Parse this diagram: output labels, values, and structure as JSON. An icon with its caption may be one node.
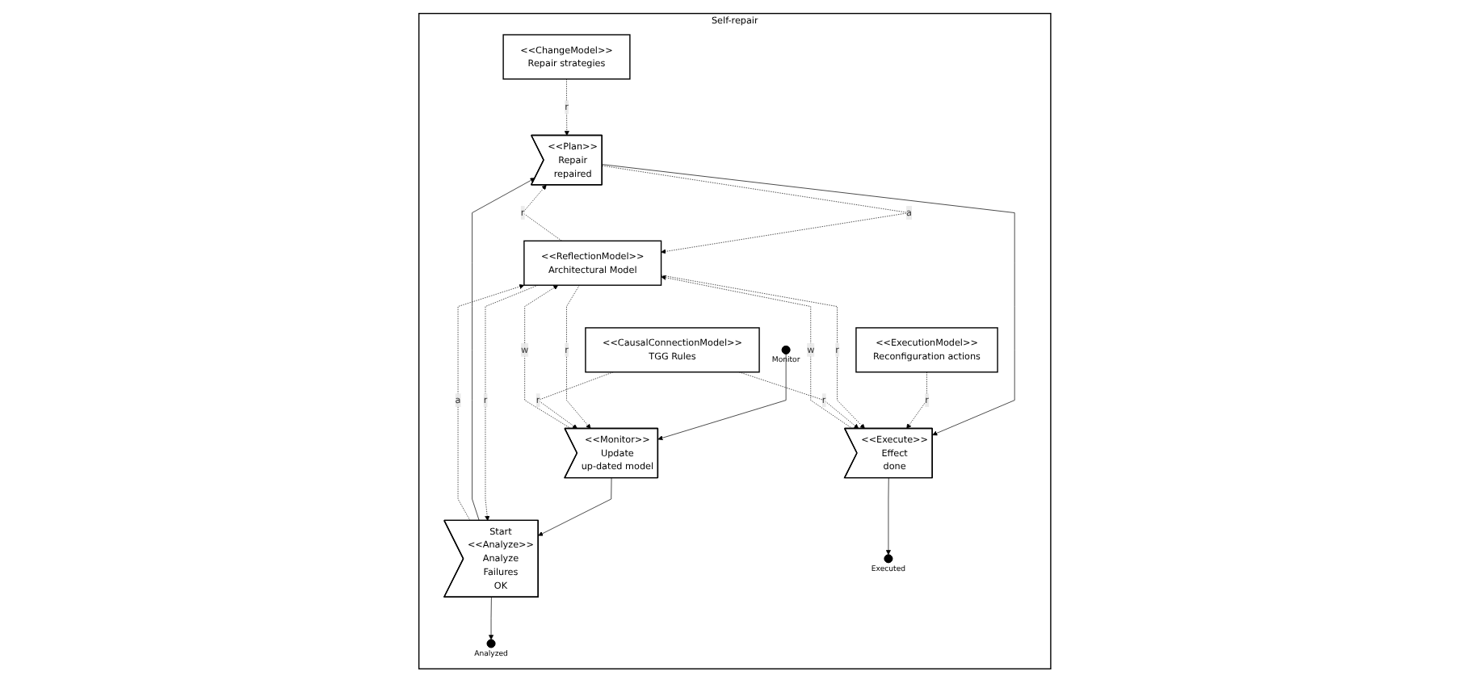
{
  "diagram": {
    "nodes": [
      {
        "text": [
          "Self-repair"
        ]
      },
      {
        "text": [
          "<<ChangeModel>>",
          "Repair strategies"
        ],
        "in": 0
      },
      {
        "text": [
          "Start",
          "<<Analyze>>",
          "Analyze",
          "Failures",
          "OK"
        ],
        "in": 0
      },
      {
        "text": [
          "<<Plan>>",
          "Repair",
          "repaired"
        ],
        "in": 0
      },
      {
        "text": [
          "<<ExecutionModel>>",
          "Reconfiguration actions"
        ],
        "in": 0
      },
      {
        "text": [],
        "shape": "circle",
        "beside": [
          "Analyzed"
        ],
        "in": 0
      },
      {
        "text": [
          "<<ReflectionModel>>",
          "Architectural Model"
        ],
        "in": 0
      },
      {
        "text": [
          "<<Monitor>>",
          "Update",
          "up-dated model"
        ],
        "in": 0
      },
      {
        "text": [
          "<<Execute>>",
          "Effect",
          "done"
        ],
        "in": 0
      },
      {
        "text": [],
        "shape": "circle",
        "beside": [
          "Monitor"
        ],
        "in": 0
      },
      {
        "text": [
          "<<CausalConnectionModel>>",
          "TGG Rules"
        ],
        "in": 0
      },
      {
        "text": [],
        "shape": "circle",
        "beside": [
          "Executed"
        ],
        "in": 0
      }
    ],
    "edges": [
      {
        "from": 9,
        "to": 7,
        "arrow": "to"
      },
      {
        "from": 7,
        "to": 2,
        "arrow": "to"
      },
      {
        "from": 2,
        "to": 3,
        "arrow": "to"
      },
      {
        "from": 2,
        "to": 5,
        "arrow": "to"
      },
      {
        "from": 1,
        "to": 3,
        "arrow": "to",
        "label": "r",
        "style": "dashed"
      },
      {
        "from": 6,
        "to": 2,
        "arrow": "to",
        "label": "r",
        "style": "dashed"
      },
      {
        "from": 2,
        "to": 6,
        "arrow": "to",
        "label": "a",
        "style": "dashed"
      },
      {
        "from": 6,
        "to": 3,
        "arrow": "to",
        "label": "r",
        "style": "dashed"
      },
      {
        "from": 3,
        "to": 6,
        "arrow": "to",
        "label": "a",
        "style": "dashed"
      },
      {
        "from": 3,
        "to": 8,
        "arrow": "to"
      },
      {
        "from": 4,
        "to": 8,
        "arrow": "to",
        "label": "r",
        "style": "dashed"
      },
      {
        "from": 6,
        "to": 8,
        "arrow": "to",
        "label": "r",
        "style": "dashed"
      },
      {
        "from": 8,
        "to": 6,
        "arrow": "to",
        "label": "w",
        "style": "dashed"
      },
      {
        "from": 7,
        "to": 6,
        "arrow": "to",
        "label": "w",
        "style": "dashed"
      },
      {
        "from": 6,
        "to": 7,
        "arrow": "to",
        "label": "r",
        "style": "dashed"
      },
      {
        "from": 10,
        "to": 7,
        "arrow": "to",
        "label": "r",
        "style": "dashed"
      },
      {
        "from": 10,
        "to": 8,
        "arrow": "to",
        "label": "r",
        "style": "dashed"
      },
      {
        "from": 8,
        "to": 11,
        "arrow": "to"
      }
    ]
  }
}
